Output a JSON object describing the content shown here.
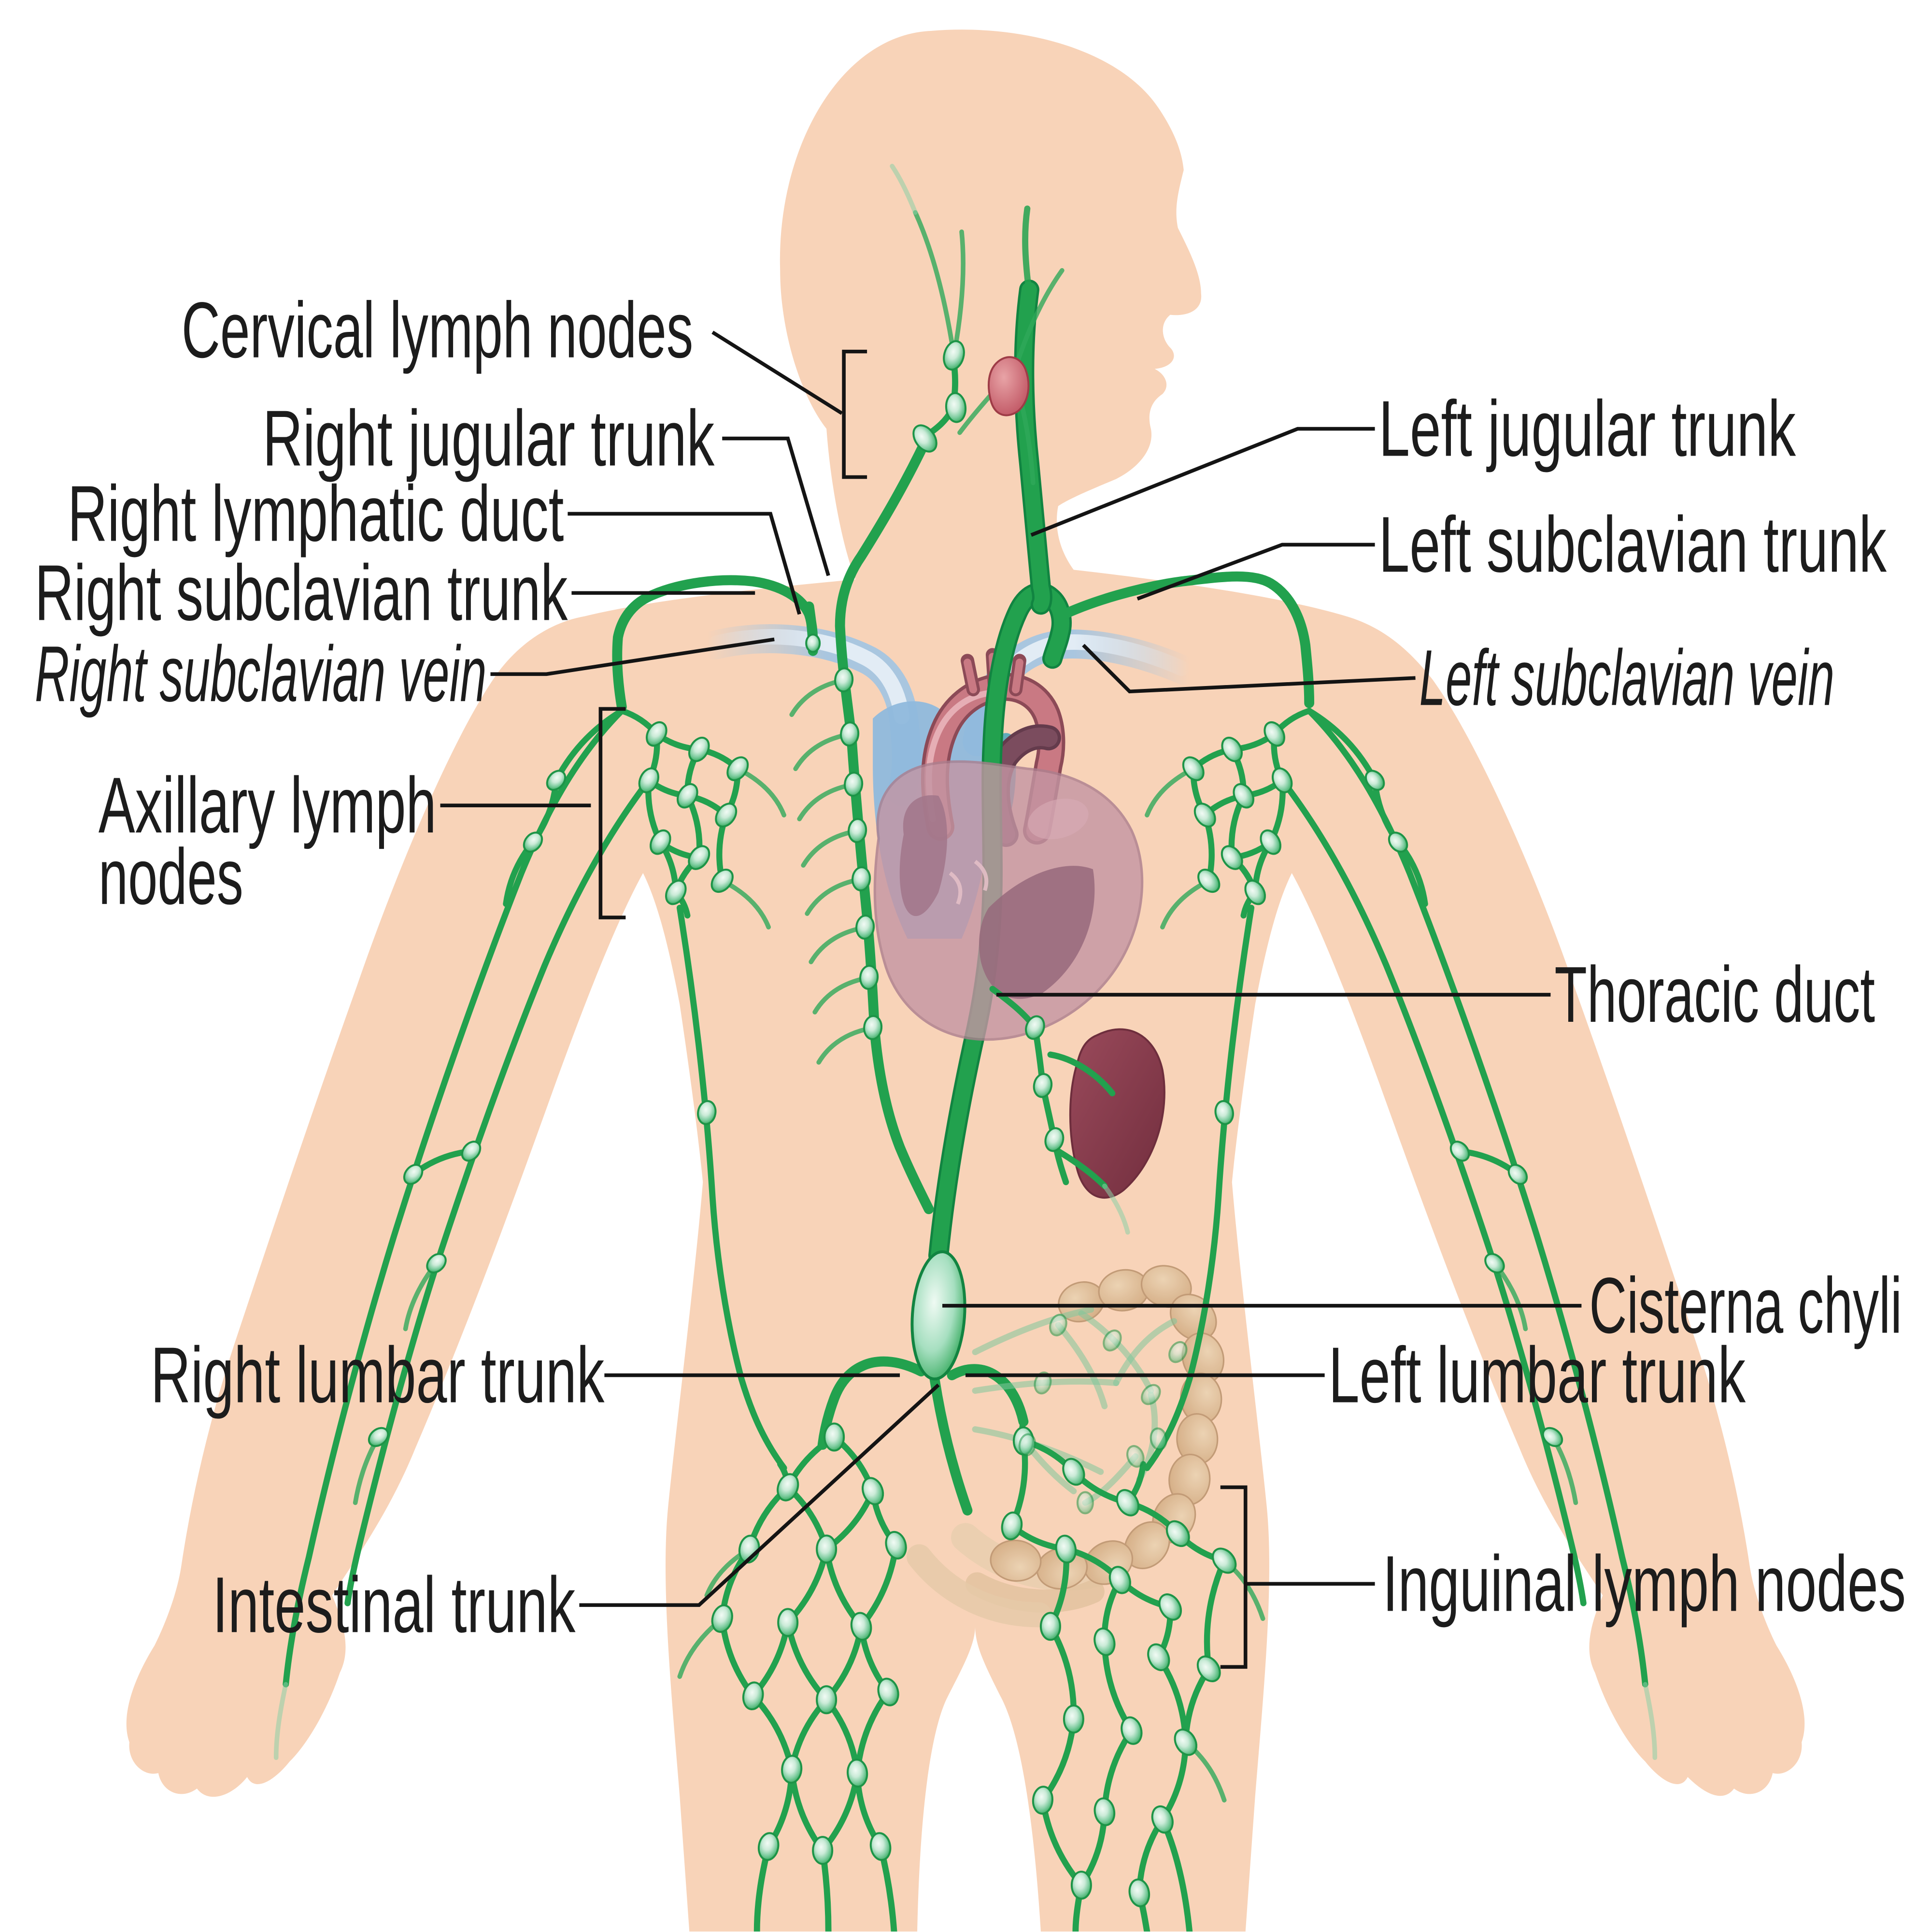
{
  "figure": {
    "type": "anatomical-diagram",
    "subject": "Human lymphatic system with major trunks, ducts and node groups"
  },
  "labels": {
    "cervical_lymph_nodes": "Cervical lymph nodes",
    "right_jugular_trunk": "Right jugular trunk",
    "right_lymphatic_duct": "Right lymphatic duct",
    "right_subclavian_trunk": "Right subclavian trunk",
    "right_subclavian_vein": "Right subclavian vein",
    "axillary_line1": "Axillary lymph",
    "axillary_line2": "nodes",
    "left_jugular_trunk": "Left jugular trunk",
    "left_subclavian_trunk": "Left subclavian trunk",
    "left_subclavian_vein": "Left subclavian vein",
    "thoracic_duct": "Thoracic duct",
    "cisterna_chyli": "Cisterna chyli",
    "left_lumbar_trunk": "Left lumbar trunk",
    "right_lumbar_trunk": "Right lumbar trunk",
    "intestinal_trunk": "Intestinal trunk",
    "inguinal_lymph_nodes": "Inguinal lymph nodes"
  },
  "colors": {
    "background": "#ffffff",
    "skin": "#F8D3B8",
    "lymph_vessel_green": "#22A14E",
    "lymph_vessel_dark": "#118441",
    "lymph_node_light": "#F0FBF4",
    "lymph_node_green": "#39AC61",
    "subclavian_vein_blue": "#A9C6DF",
    "vena_cava_blue": "#8FB9DC",
    "heart_mauve": "#C495A3",
    "aorta_red": "#C97983",
    "pulmonary_maroon": "#7B4C5E",
    "spleen_maroon": "#8C3E4F",
    "intestine_tan": "#D8B58E",
    "parotid_gland_red": "#C25660",
    "label_text": "#1c1c1c",
    "leader_line": "#141414"
  }
}
